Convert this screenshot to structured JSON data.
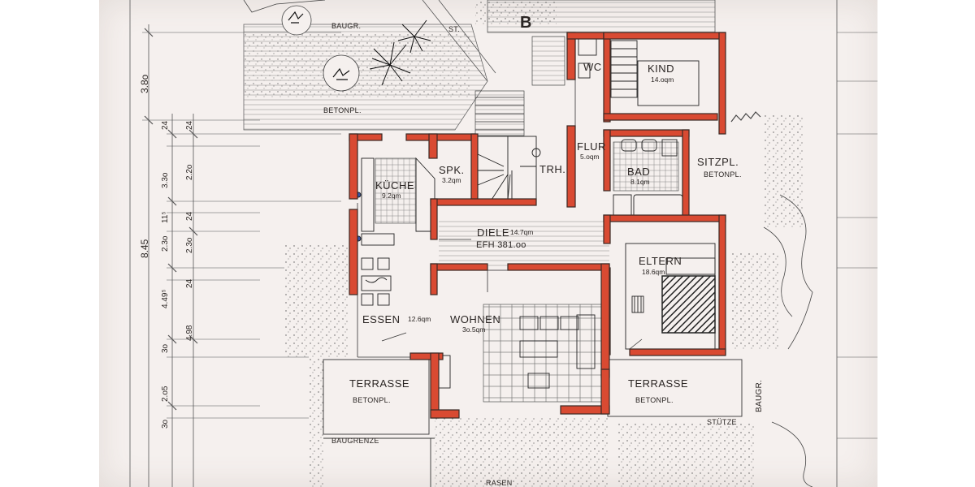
{
  "plan": {
    "section_marker": "B",
    "rooms": {
      "kind": {
        "name": "KIND",
        "area": "14.oqm"
      },
      "wc": {
        "name": "WC"
      },
      "flur": {
        "name": "FLUR",
        "area": "5.oqm"
      },
      "trh": {
        "name": "TRH."
      },
      "bad": {
        "name": "BAD",
        "area": "8.1qm"
      },
      "sitzpl": {
        "name": "SITZPL.",
        "sub": "BETONPL."
      },
      "kuche": {
        "name": "KÜCHE",
        "area": "9.2qm"
      },
      "spk": {
        "name": "SPK.",
        "area": "3.2qm"
      },
      "diele": {
        "name": "DIELE",
        "area": "14.7qm",
        "level": "EFH 381.oo"
      },
      "eltern": {
        "name": "ELTERN",
        "area": "18.6qm"
      },
      "essen": {
        "name": "ESSEN",
        "area": "12.6qm"
      },
      "wohnen": {
        "name": "WOHNEN",
        "area": "3o.5qm"
      },
      "terrasse_left": {
        "name": "TERRASSE",
        "sub": "BETONPL."
      },
      "terrasse_right": {
        "name": "TERRASSE",
        "sub": "BETONPL."
      }
    },
    "annotations": {
      "baugr_top": "BAUGR.",
      "st": "ST.",
      "betonpl_top": "BETONPL.",
      "baugrenze": "BAUGRENZE",
      "rasen": "RASEN",
      "stutze": "STÜTZE",
      "baugr_right": "BAUGR."
    },
    "dimensions": {
      "outer": [
        "3.8o",
        "8.45"
      ],
      "inner": [
        "24",
        "3.3o",
        "11⁵",
        "2.3o",
        "4.49⁵",
        "3o"
      ],
      "sub": [
        "24",
        "2.2o",
        "24",
        "2.3o",
        "24",
        "4.98",
        "2.o5",
        "3o"
      ]
    },
    "colors": {
      "wall": "#d94a32",
      "wall_outline": "#3a2a25",
      "ink": "#2a2523",
      "paper": "#f5f0ee"
    }
  }
}
